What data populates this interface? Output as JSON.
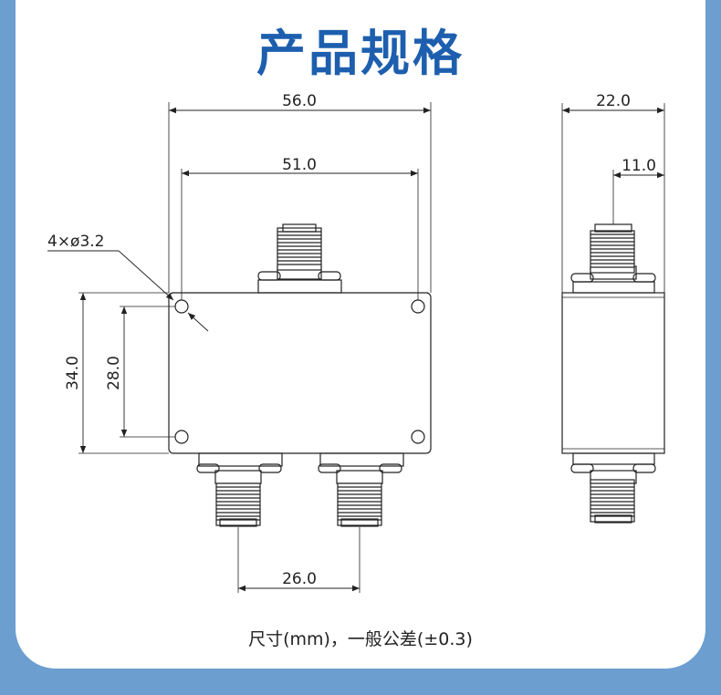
{
  "title": "产品规格",
  "caption": "尺寸(mm)，一般公差(±0.3)",
  "dimensions": {
    "total_length": "56.0",
    "hole_spacing_length": "51.0",
    "hole_callout": "4×ø3.2",
    "total_height": "34.0",
    "hole_spacing_height": "28.0",
    "port_spacing": "26.0",
    "total_width": "22.0",
    "half_width": "11.0"
  }
}
